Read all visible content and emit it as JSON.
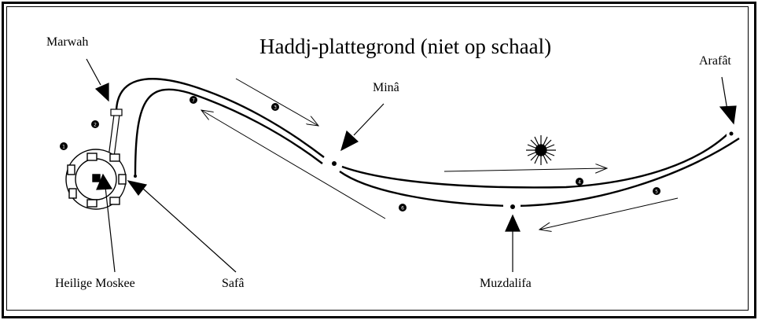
{
  "map": {
    "title": "Haddj-plattegrond (niet op schaal)",
    "labels": {
      "marwah": "Marwah",
      "mina": "Minâ",
      "arafat": "Arafât",
      "heilige_moskee": "Heilige Moskee",
      "safa": "Safâ",
      "muzdalifa": "Muzdalifa"
    },
    "stages": [
      "1",
      "2",
      "3",
      "4",
      "5",
      "6",
      "7"
    ]
  }
}
